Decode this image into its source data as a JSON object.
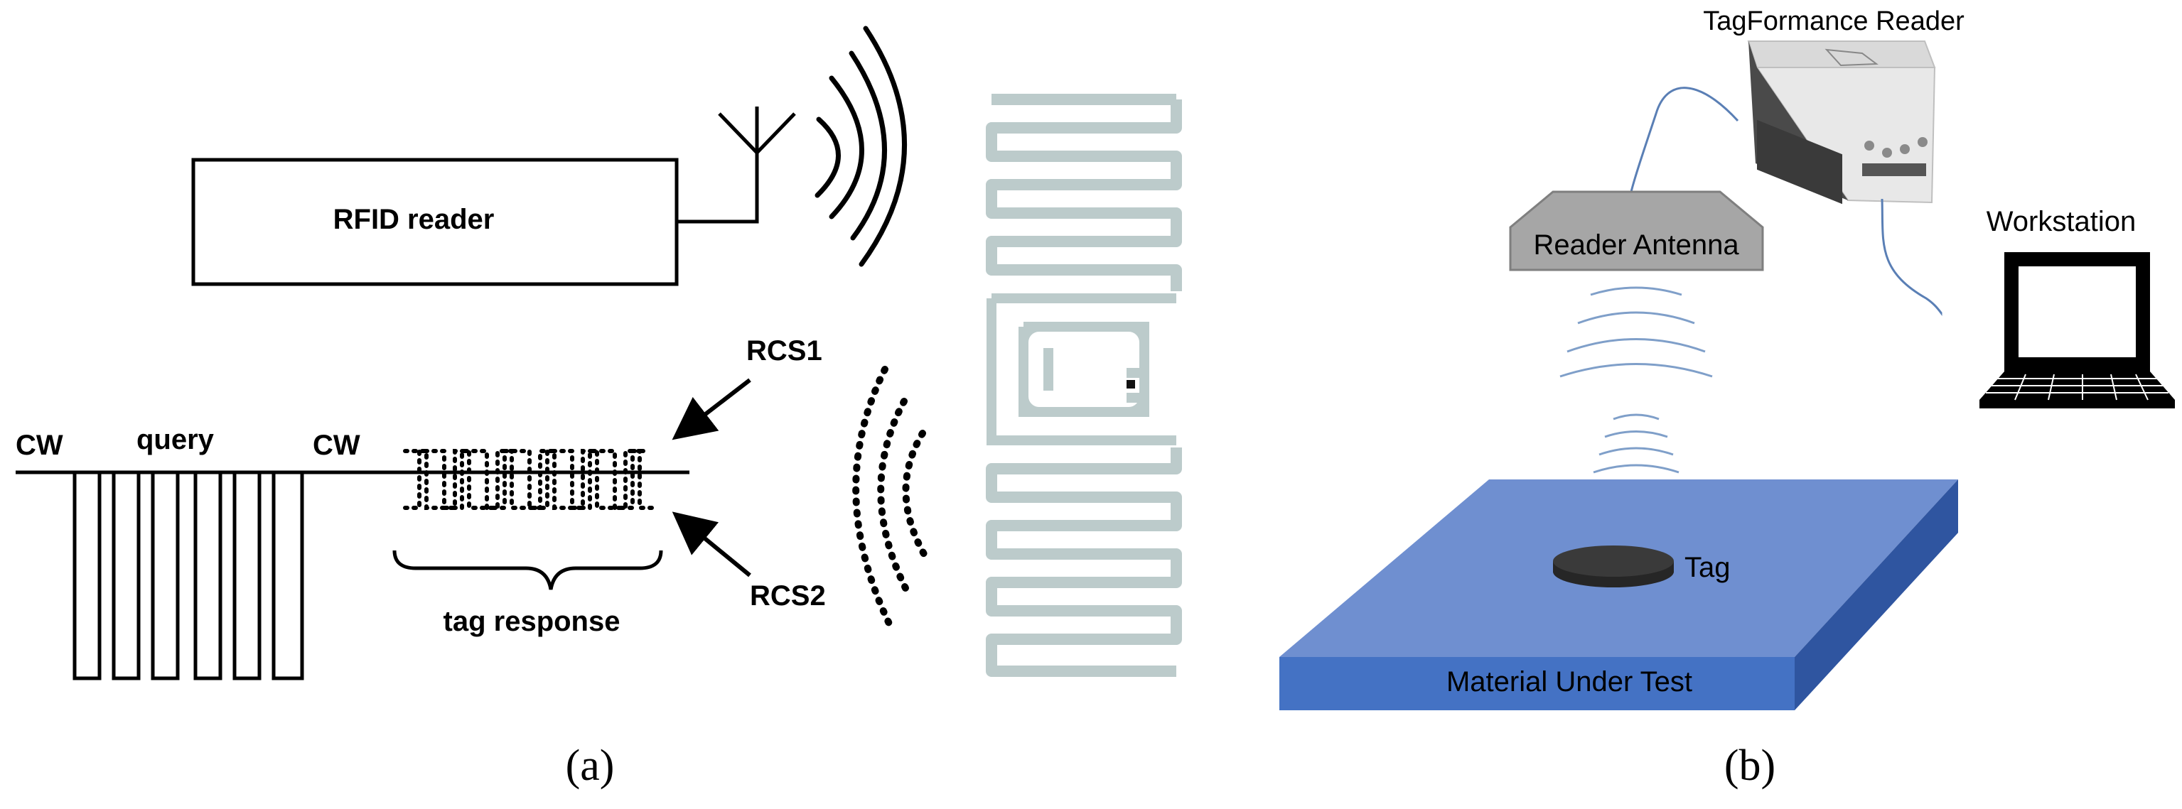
{
  "panel_a": {
    "reader_label": "RFID reader",
    "cw_left": "CW",
    "query_label": "query",
    "cw_right": "CW",
    "rcs1_label": "RCS1",
    "rcs2_label": "RCS2",
    "tag_response_label": "tag response",
    "caption": "(a)"
  },
  "panel_b": {
    "reader_device_label": "TagFormance Reader",
    "workstation_label": "Workstation",
    "antenna_label": "Reader Antenna",
    "tag_label": "Tag",
    "material_label": "Material Under Test",
    "caption": "(b)"
  },
  "colors": {
    "line": "#000000",
    "tag_inlay": "#bccbcb",
    "antenna_fill": "#a6a6a6",
    "wave_blue": "#7f9fc9",
    "cable_blue": "#5a7fb5",
    "slab_top": "#6f8fd0",
    "slab_front": "#4472c4",
    "slab_side": "#2f55a0",
    "tag_disk": "#262626"
  }
}
